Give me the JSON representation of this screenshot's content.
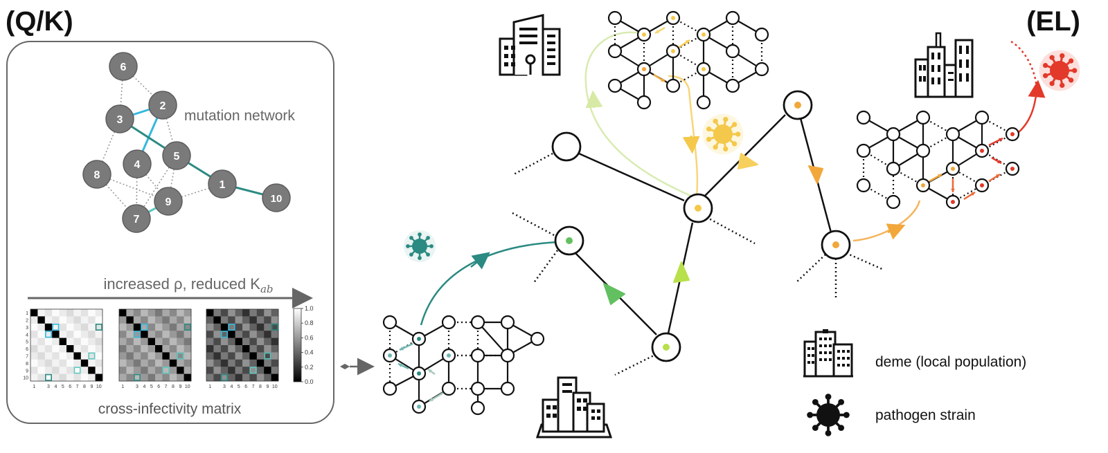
{
  "panel_left": {
    "label": "(Q/K)",
    "mutation_network_label": "mutation network",
    "nodes": [
      "6",
      "2",
      "3",
      "5",
      "4",
      "8",
      "1",
      "10",
      "9",
      "7"
    ],
    "axis_label_prefix": "increased ρ, reduced K",
    "axis_label_sub": "ab",
    "matrix_caption": "cross-infectivity matrix",
    "matrix_axis_ticks": [
      "1",
      "2",
      "3",
      "4",
      "5",
      "6",
      "7",
      "8",
      "9",
      "10"
    ],
    "colorbar_ticks": [
      "1.0",
      "0.8",
      "0.6",
      "0.4",
      "0.2",
      "0.0"
    ],
    "matrix_levels": [
      {
        "offdiag_gray": 0.92,
        "variant": "light"
      },
      {
        "offdiag_gray": 0.6,
        "variant": "medium"
      },
      {
        "offdiag_gray": 0.38,
        "variant": "dark"
      }
    ]
  },
  "panel_right": {
    "label": "(EL)"
  },
  "legend": {
    "deme_label": "deme (local population)",
    "deme_icon": "building-icon",
    "strain_label": "pathogen strain",
    "strain_icon": "virus-icon"
  },
  "colors": {
    "teal": "#2b8a82",
    "cyan": "#35b8de",
    "green": "#63c060",
    "lime": "#b8e04a",
    "yellow": "#f4c84a",
    "orange": "#f2a73b",
    "red": "#e2392a",
    "node_gray": "#7a7a7a"
  }
}
